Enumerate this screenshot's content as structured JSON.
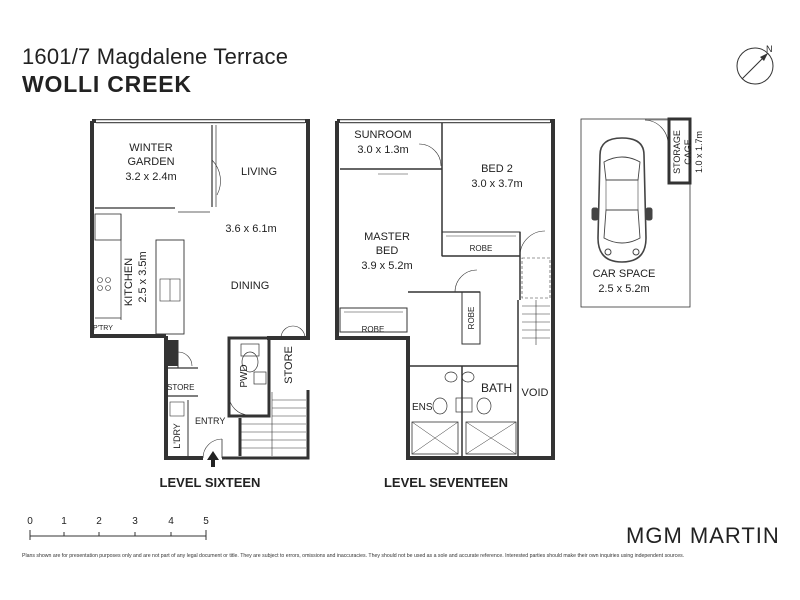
{
  "header": {
    "address_line": "1601/7 Magdalene Terrace",
    "suburb": "WOLLI CREEK"
  },
  "compass": {
    "north_label": "N",
    "icon": "compass-icon"
  },
  "level_sixteen": {
    "heading": "LEVEL SIXTEEN",
    "winter_garden": {
      "name_line1": "WINTER",
      "name_line2": "GARDEN",
      "size": "3.2 x 2.4m"
    },
    "living": {
      "name": "LIVING",
      "size": "3.6 x 6.1m"
    },
    "dining": {
      "name": "DINING"
    },
    "kitchen": {
      "name": "KITCHEN",
      "size": "2.5 x 3.5m"
    },
    "pantry": "P'TRY",
    "store_small": "STORE",
    "laundry": "L'DRY",
    "entry": "ENTRY",
    "pwd": "PWD",
    "store": "STORE"
  },
  "level_seventeen": {
    "heading": "LEVEL SEVENTEEN",
    "sunroom": {
      "name": "SUNROOM",
      "size": "3.0 x 1.3m"
    },
    "bed2": {
      "name": "BED 2",
      "size": "3.0 x 3.7m"
    },
    "master": {
      "name_line1": "MASTER",
      "name_line2": "BED",
      "size": "3.9 x 5.2m"
    },
    "robe1": "ROBE",
    "robe2": "ROBE",
    "robe3": "ROBE",
    "ens": "ENS",
    "bath": "BATH",
    "void": "VOID"
  },
  "car_space": {
    "storage_line1": "STORAGE",
    "storage_line2": "CAGE",
    "storage_size": "1.0 x 1.7m",
    "name": "CAR SPACE",
    "size": "2.5 x 5.2m"
  },
  "scale": {
    "ticks": [
      "0",
      "1",
      "2",
      "3",
      "4",
      "5"
    ]
  },
  "brand": "MGM MARTIN",
  "disclaimer": "Plans shown are for presentation purposes only and are not part of any legal document or title. They are subject to errors, omissions and inaccuracies. They should not be used as a sole and accurate reference. Interested parties should make their own inquiries using independent sources."
}
